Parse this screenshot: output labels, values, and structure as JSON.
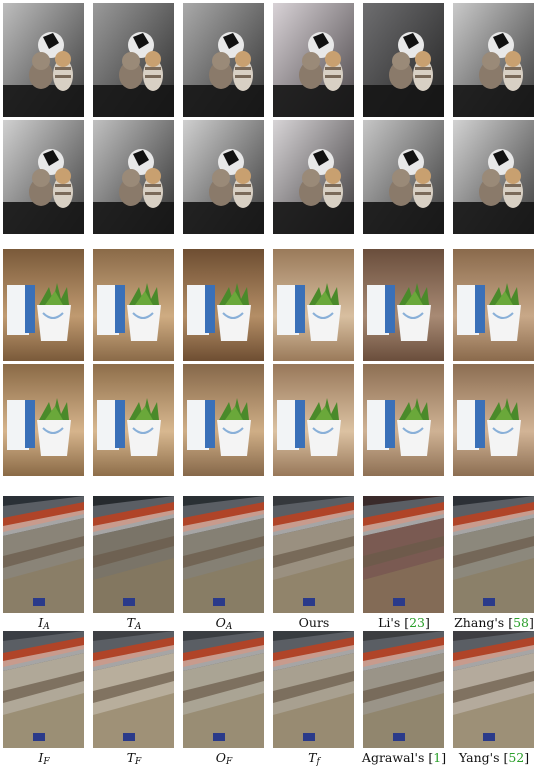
{
  "captions_row_a": [
    {
      "main": "I",
      "sub": "A",
      "italic": true
    },
    {
      "main": "T",
      "sub": "A",
      "italic": true
    },
    {
      "main": "O",
      "sub": "A",
      "italic": true
    },
    {
      "main": "Ours",
      "sub": "",
      "italic": false
    },
    {
      "main": "Li's [",
      "ref": "23",
      "tail": "]",
      "italic": false
    },
    {
      "main": "Zhang's [",
      "ref": "58",
      "tail": "]",
      "italic": false
    }
  ],
  "captions_row_f": [
    {
      "main": "I",
      "sub": "F",
      "italic": true
    },
    {
      "main": "T",
      "sub": "F",
      "italic": true
    },
    {
      "main": "O",
      "sub": "F",
      "italic": true
    },
    {
      "main": "T",
      "sub": "f",
      "italic": true
    },
    {
      "main": "Agrawal's [",
      "ref": "1",
      "tail": "]",
      "italic": false
    },
    {
      "main": "Yang's [",
      "ref": "52",
      "tail": "]",
      "italic": false
    }
  ],
  "scenes": [
    "bear-doll",
    "potted-plant",
    "stadium"
  ],
  "colors": {
    "ref_link": "#2ca02c"
  }
}
